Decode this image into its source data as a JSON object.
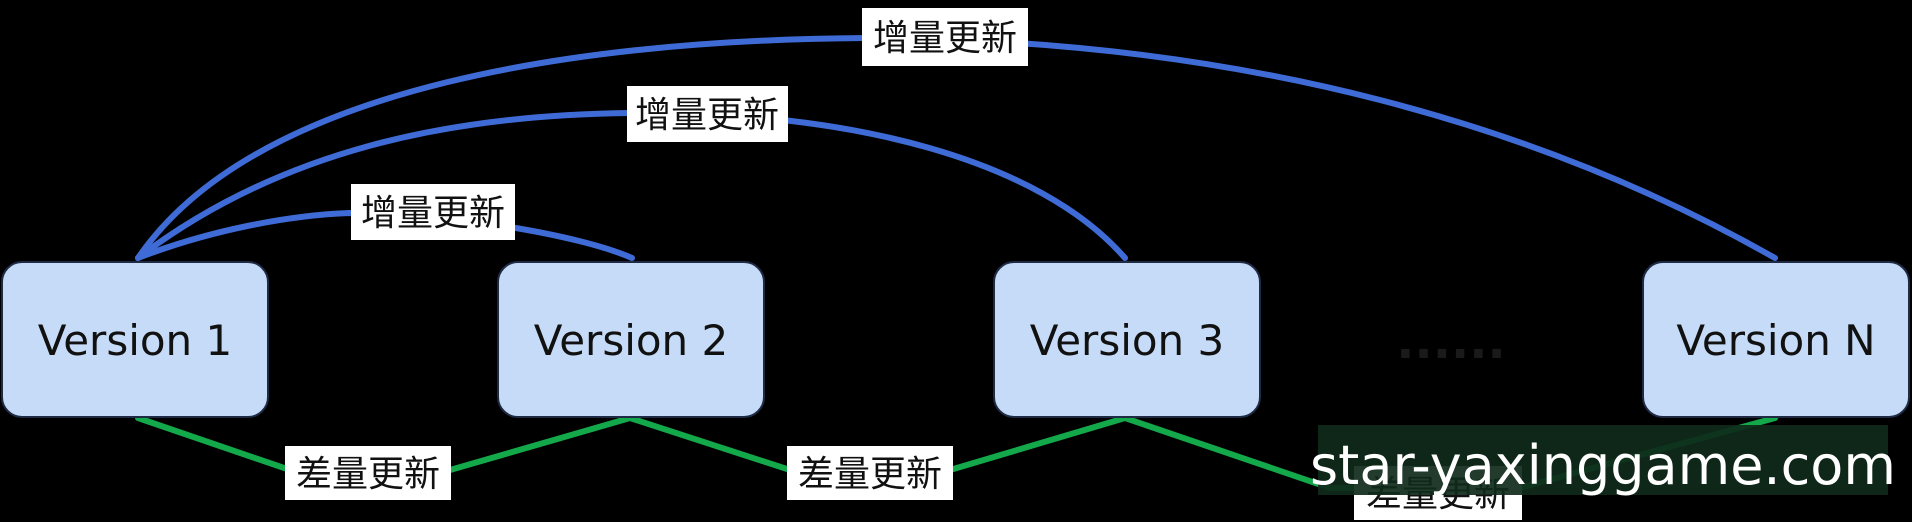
{
  "nodes": [
    {
      "id": "v1",
      "label": "Version 1"
    },
    {
      "id": "v2",
      "label": "Version 2"
    },
    {
      "id": "v3",
      "label": "Version 3"
    },
    {
      "id": "vn",
      "label": "Version N"
    }
  ],
  "ellipsis": "......",
  "edges": {
    "incremental": [
      {
        "from": "v1",
        "to": "v2",
        "label": "增量更新"
      },
      {
        "from": "v1",
        "to": "v3",
        "label": "增量更新"
      },
      {
        "from": "v1",
        "to": "vn",
        "label": "增量更新"
      }
    ],
    "differential": [
      {
        "from": "v1",
        "to": "v2",
        "label": "差量更新"
      },
      {
        "from": "v2",
        "to": "v3",
        "label": "差量更新"
      },
      {
        "from": "v3",
        "to": "vn",
        "label": "差量更新"
      }
    ]
  },
  "colors": {
    "background": "#000000",
    "node_fill": "#c6dbf8",
    "incremental_edge": "#3f6bd6",
    "differential_edge": "#13a84a"
  },
  "watermark": "star-yaxinggame.com"
}
